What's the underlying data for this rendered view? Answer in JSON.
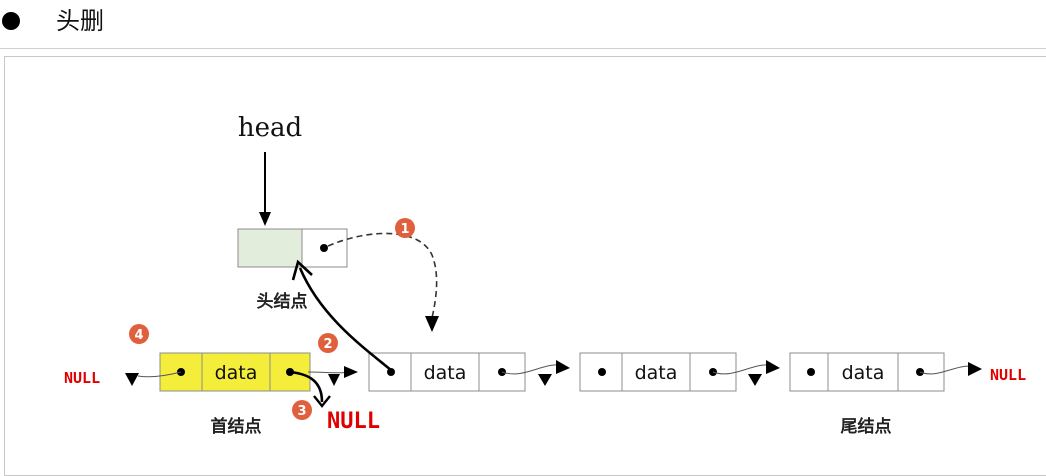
{
  "section": {
    "title": "头删"
  },
  "labels": {
    "head_pointer": "head",
    "head_node": "头结点",
    "first_node": "首结点",
    "tail_node": "尾结点",
    "null_left": "NULL",
    "null_right": "NULL",
    "null_bottom": "NULL",
    "node_data": "data"
  },
  "steps": [
    "1",
    "2",
    "3",
    "4"
  ],
  "colors": {
    "step_badge": "#e0603d",
    "head_node_fill": "#e3eddc",
    "first_node_fill": "#f4ee3a",
    "null_text": "#e10000"
  }
}
